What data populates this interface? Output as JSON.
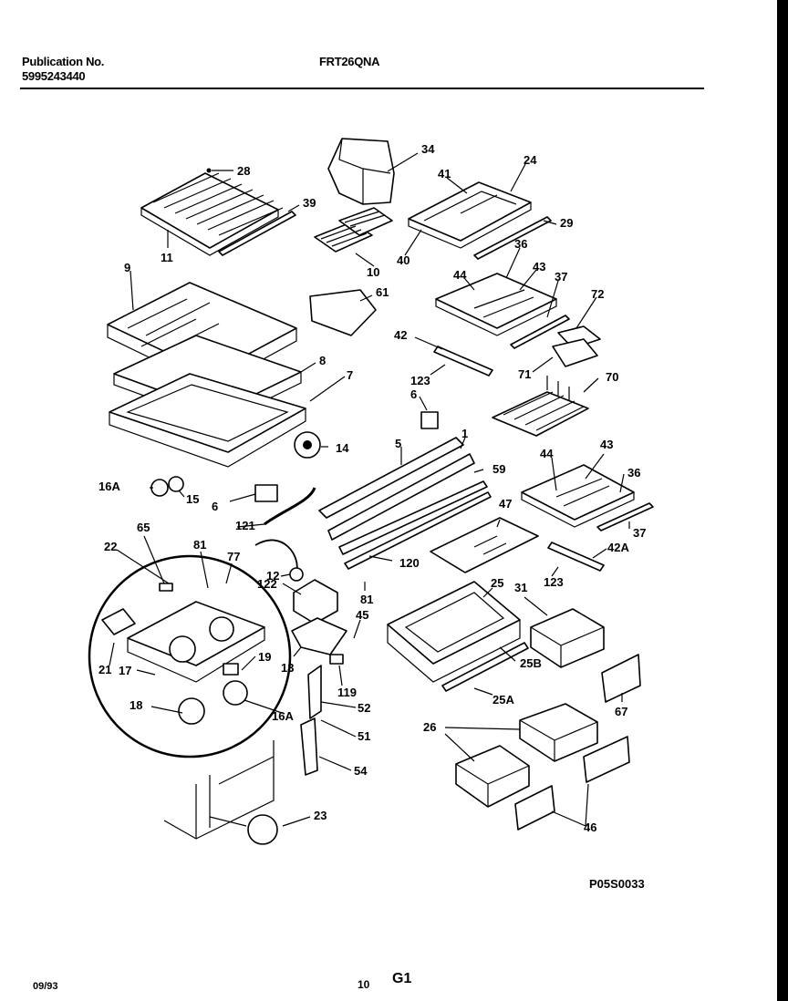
{
  "header": {
    "publication_label": "Publication No.",
    "publication_number": "5995243440",
    "model": "FRT26QNA"
  },
  "diagram": {
    "callouts": [
      "34",
      "28",
      "24",
      "41",
      "39",
      "29",
      "11",
      "10",
      "40",
      "9",
      "36",
      "43",
      "37",
      "44",
      "61",
      "72",
      "42",
      "8",
      "7",
      "123",
      "71",
      "6",
      "70",
      "14",
      "1",
      "5",
      "59",
      "16A",
      "15",
      "44",
      "43",
      "36",
      "6",
      "47",
      "121",
      "37",
      "65",
      "22",
      "81",
      "77",
      "12",
      "120",
      "42A",
      "122",
      "123",
      "81",
      "25",
      "31",
      "45",
      "13",
      "21",
      "17",
      "19",
      "25B",
      "119",
      "52",
      "25A",
      "67",
      "18",
      "16A",
      "51",
      "26",
      "54",
      "46",
      "23"
    ],
    "code": "P05S0033"
  },
  "footer": {
    "date": "09/93",
    "page": "10",
    "group": "G1"
  }
}
